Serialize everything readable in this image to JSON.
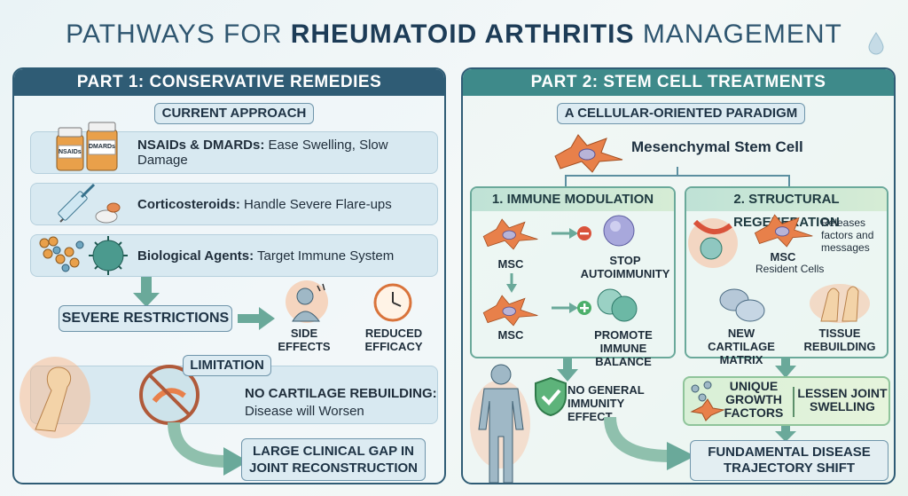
{
  "title": {
    "prefix": "PATHWAYS FOR ",
    "bold": "RHEUMATOID ARTHRITIS",
    "suffix": " MANAGEMENT"
  },
  "part1": {
    "header": "PART 1: CONSERVATIVE REMEDIES",
    "current": "CURRENT APPROACH",
    "rows": [
      {
        "bold": "NSAIDs & DMARDs:",
        "text": " Ease Swelling, Slow Damage",
        "icon_labels": [
          "NSAIDs",
          "DMARDs"
        ]
      },
      {
        "bold": "Corticosteroids:",
        "text": " Handle Severe Flare-ups"
      },
      {
        "bold": "Biological Agents:",
        "text": " Target Immune System"
      }
    ],
    "restrictions": "SEVERE RESTRICTIONS",
    "side_effects": [
      "SIDE",
      "EFFECTS"
    ],
    "reduced": [
      "REDUCED",
      "EFFICACY"
    ],
    "limitation": "LIMITATION",
    "no_cartilage_bold": "NO CARTILAGE REBUILDING:",
    "no_cartilage_text": "Disease will Worsen",
    "gap": [
      "LARGE CLINICAL GAP IN",
      "JOINT RECONSTRUCTION"
    ]
  },
  "part2": {
    "header": "PART 2: STEM CELL TREATMENTS",
    "paradigm": "A CELLULAR-ORIENTED PARADIGM",
    "msc_title": "Mesenchymal Stem Cell",
    "immune": {
      "header": "1. IMMUNE MODULATION",
      "msc1": "MSC",
      "stop": [
        "STOP",
        "AUTOIMMUNITY"
      ],
      "msc2": "MSC",
      "promote": [
        "PROMOTE",
        "IMMUNE BALANCE"
      ]
    },
    "structural": {
      "header": "2. STRUCTURAL REGENERATION",
      "releases": [
        "Releases",
        "factors and",
        "messages"
      ],
      "msc": "MSC",
      "resident": "Resident Cells",
      "cartilage": [
        "NEW CARTILAGE",
        "MATRIX"
      ],
      "tissue": [
        "TISSUE",
        "REBUILDING"
      ]
    },
    "no_general": [
      "NO GENERAL",
      "IMMUNITY",
      "EFFECT"
    ],
    "unique": [
      "UNIQUE",
      "GROWTH",
      "FACTORS"
    ],
    "lessen": [
      "LESSEN JOINT",
      "SWELLING"
    ],
    "shift": [
      "FUNDAMENTAL DISEASE",
      "TRAJECTORY SHIFT"
    ]
  },
  "colors": {
    "navy": "#2f5c75",
    "teal": "#3e8a8a",
    "green": "#6aa99a",
    "orange": "#e8804a"
  }
}
